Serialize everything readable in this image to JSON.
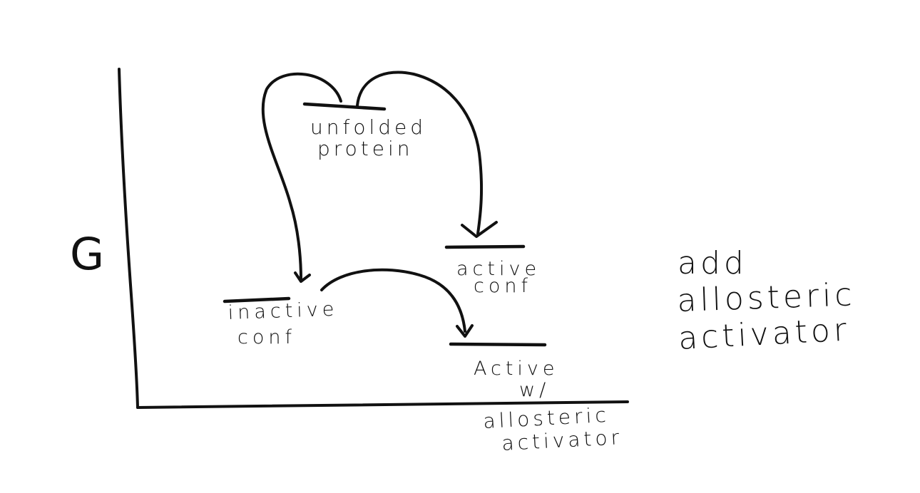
{
  "colors": {
    "ink": "#111111",
    "background": "#ffffff"
  },
  "axis": {
    "y_label": "G"
  },
  "states": {
    "unfolded": {
      "line1": "unfolded",
      "line2": "protein"
    },
    "active": {
      "line1": "active",
      "line2": "conf"
    },
    "inactive": {
      "line1": "inactive",
      "line2": "conf"
    },
    "active_with_activator": {
      "line1": "Active",
      "line2": "w/",
      "line3": "allosteric",
      "line4": "activator"
    }
  },
  "side_note": {
    "line1": "add",
    "line2": "allosteric",
    "line3": "activator"
  }
}
